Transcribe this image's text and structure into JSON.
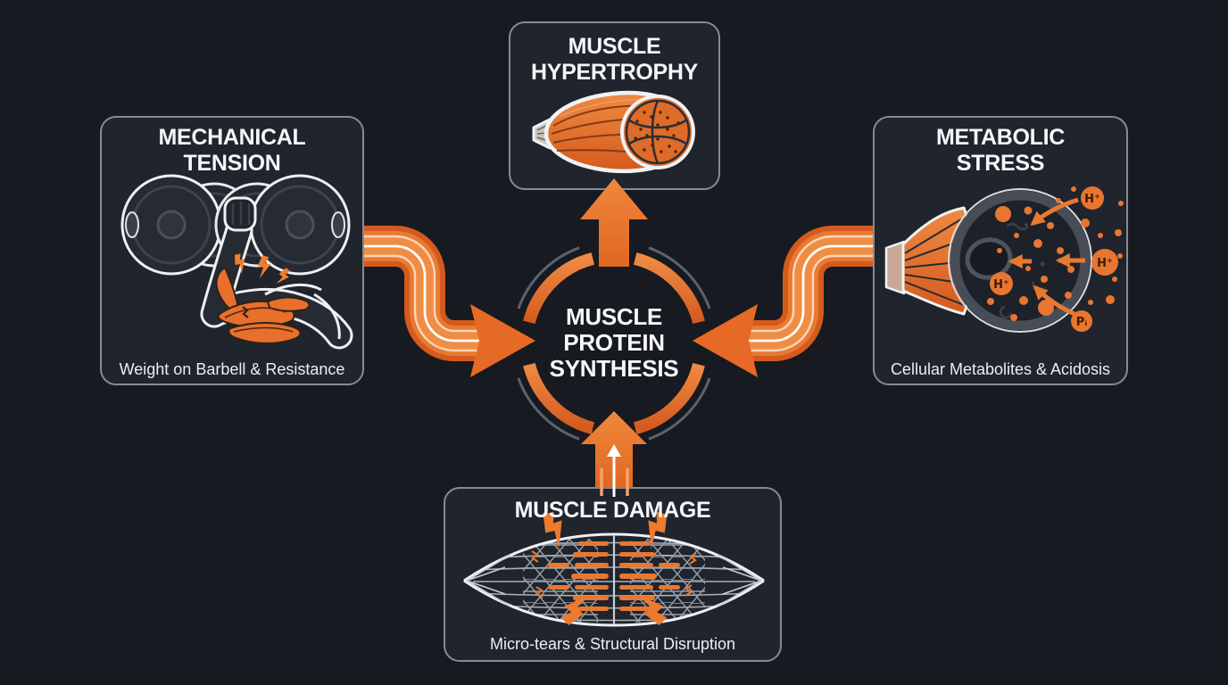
{
  "nodes": {
    "hypertrophy": {
      "title_line1": "MUSCLE",
      "title_line2": "HYPERTROPHY"
    },
    "mechanical_tension": {
      "title_line1": "MECHANICAL",
      "title_line2": "TENSION",
      "caption": "Weight on Barbell & Resistance"
    },
    "metabolic_stress": {
      "title_line1": "METABOLIC",
      "title_line2": "STRESS",
      "caption": "Cellular Metabolites & Acidosis"
    },
    "muscle_damage": {
      "title": "MUSCLE DAMAGE",
      "caption": "Micro-tears & Structural Disruption"
    }
  },
  "center": {
    "line1": "MUSCLE",
    "line2": "PROTEIN",
    "line3": "SYNTHESIS"
  },
  "ion_labels": {
    "h_plus_top": "H⁺",
    "h_plus_mid": "H⁺",
    "h_plus_inner": "H⁺",
    "phosphate": "Pᵢ"
  },
  "connections": [
    {
      "from": "mechanical_tension",
      "to": "muscle_protein_synthesis"
    },
    {
      "from": "metabolic_stress",
      "to": "muscle_protein_synthesis"
    },
    {
      "from": "muscle_damage",
      "to": "muscle_protein_synthesis"
    },
    {
      "from": "muscle_protein_synthesis",
      "to": "hypertrophy"
    }
  ],
  "colors": {
    "background": "#171a21",
    "panel_fill": "#20242d",
    "panel_border": "#858b94",
    "orange": "#e97a31",
    "orange_dark": "#d55a1d",
    "orange_light": "#f08d45",
    "ring_gray": "#5d636c",
    "text": "#f5f6f8"
  }
}
